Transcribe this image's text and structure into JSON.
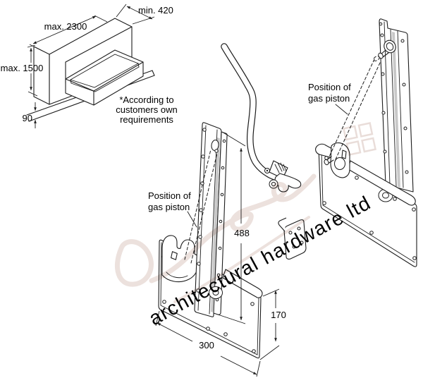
{
  "figure": {
    "cabinet": {
      "dims": {
        "width": "max. 2300",
        "depth": "min. 420",
        "height": "max. 1500",
        "base_height": "90"
      },
      "note": [
        "*According to",
        "customers own",
        "requirements"
      ]
    },
    "front_unit": {
      "gas_piston_label": [
        "Position of",
        "gas piston"
      ],
      "dims": {
        "rail_length": "488",
        "plate_height": "170",
        "plate_width": "300"
      }
    },
    "rear_unit": {
      "gas_piston_label": [
        "Position of",
        "gas piston"
      ]
    },
    "watermark": {
      "text": "architectural hardware ltd"
    },
    "colors": {
      "line": "#1c1c1c",
      "text": "#000000",
      "watermark": "#e9ddd9",
      "slot_shade": "#9a9a9a"
    }
  }
}
